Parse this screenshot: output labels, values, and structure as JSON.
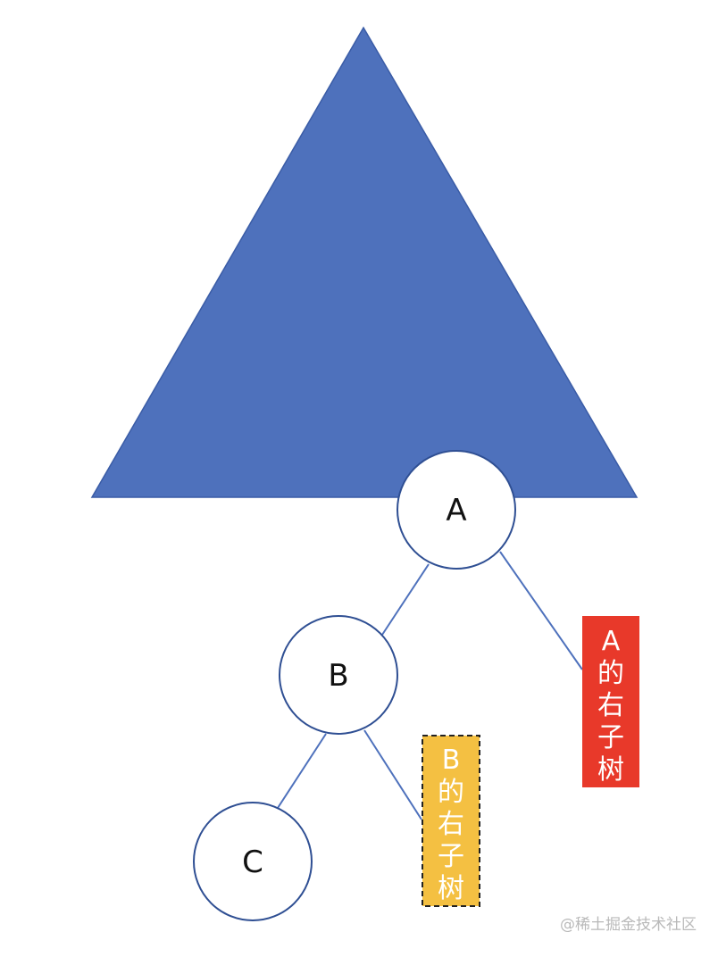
{
  "nodes": {
    "a": "A",
    "b": "B",
    "c": "C"
  },
  "labels": {
    "a_right_subtree": [
      "A",
      "的",
      "右",
      "子",
      "树"
    ],
    "b_right_subtree": [
      "B",
      "的",
      "右",
      "子",
      "树"
    ]
  },
  "colors": {
    "triangle": "#4e71bc",
    "edge": "#4e71bc",
    "node_stroke": "#2f4f93",
    "a_right_subtree_box": "#e8392a",
    "b_right_subtree_box": "#f4c042"
  },
  "watermark": "@稀土掘金技术社区"
}
